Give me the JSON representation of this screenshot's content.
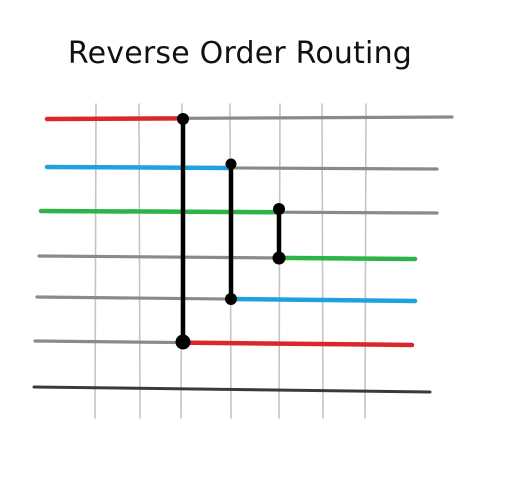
{
  "title": "Reverse Order Routing",
  "colors": {
    "grid": "#c4c4c4",
    "track_gray": "#8a8a8a",
    "bottom_track": "#3a3a3a",
    "red": "#d9272e",
    "blue": "#1fa3e0",
    "green": "#2db347",
    "connector": "#000000"
  },
  "tracks": [
    {
      "name": "track-1",
      "color_key": "red"
    },
    {
      "name": "track-2",
      "color_key": "blue"
    },
    {
      "name": "track-3",
      "color_key": "green"
    },
    {
      "name": "track-4",
      "color_key": "green"
    },
    {
      "name": "track-5",
      "color_key": "blue"
    },
    {
      "name": "track-6",
      "color_key": "red"
    },
    {
      "name": "track-7",
      "color_key": "bottom_track"
    }
  ],
  "connections": [
    {
      "name": "connector-red",
      "from_track": 1,
      "to_track": 6,
      "color_key": "red"
    },
    {
      "name": "connector-blue",
      "from_track": 2,
      "to_track": 5,
      "color_key": "blue"
    },
    {
      "name": "connector-green",
      "from_track": 3,
      "to_track": 4,
      "color_key": "green"
    }
  ]
}
